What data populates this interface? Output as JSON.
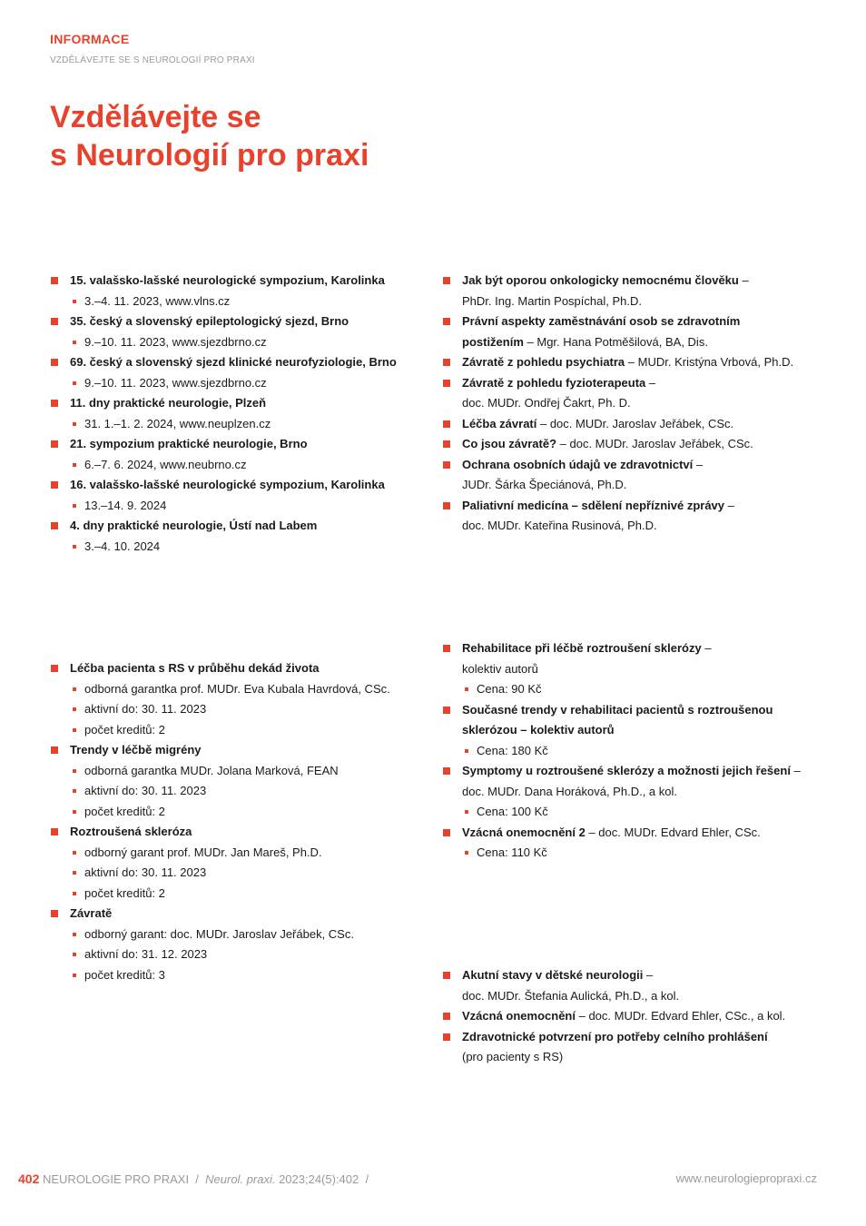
{
  "header": {
    "section": "INFORMACE",
    "subsection": "VZDĚLÁVEJTE SE S NEUROLOGIÍ PRO PRAXI",
    "title_line1": "Vzdělávejte se",
    "title_line2": "s Neurologií pro praxi"
  },
  "events": [
    {
      "title": "15. valašsko-lašské neurologické sympozium, Karolinka",
      "detail": "3.–4. 11. 2023, www.vlns.cz"
    },
    {
      "title": "35. český a slovenský epileptologický sjezd, Brno",
      "detail": "9.–10. 11. 2023, www.sjezdbrno.cz"
    },
    {
      "title": "69. český a slovenský sjezd klinické neurofyziologie, Brno",
      "detail": "9.–10. 11. 2023, www.sjezdbrno.cz"
    },
    {
      "title": "11. dny praktické neurologie, Plzeň",
      "detail": "31. 1.–1. 2. 2024, www.neuplzen.cz"
    },
    {
      "title": "21. sympozium praktické neurologie, Brno",
      "detail": "6.–7. 6. 2024, www.neubrno.cz"
    },
    {
      "title": "16. valašsko-lašské neurologické sympozium, Karolinka",
      "detail": "13.–14. 9. 2024"
    },
    {
      "title": "4. dny praktické neurologie, Ústí nad Labem",
      "detail": "3.–4. 10. 2024"
    }
  ],
  "lectures": [
    {
      "title": "Jak být oporou onkologicky nemocnému člověku",
      "dash": " –",
      "author": "PhDr. Ing. Martin Pospíchal, Ph.D."
    },
    {
      "title_a": "Právní aspekty zaměstnávání osob se zdravotním",
      "title_b": "postižením",
      "author": " – Mgr. Hana Potměšilová, BA, Dis."
    },
    {
      "title": "Závratě z pohledu psychiatra",
      "author": " – MUDr. Kristýna Vrbová, Ph.D."
    },
    {
      "title": "Závratě z pohledu fyzioterapeuta",
      "dash": " –",
      "author": "doc. MUDr. Ondřej Čakrt, Ph. D."
    },
    {
      "title": "Léčba závratí",
      "author": " – doc. MUDr. Jaroslav Jeřábek, CSc."
    },
    {
      "title": "Co jsou závratě?",
      "author": " – doc. MUDr. Jaroslav Jeřábek, CSc."
    },
    {
      "title": "Ochrana osobních údajů ve zdravotnictví",
      "dash": " –",
      "author": "JUDr. Šárka Špeciánová, Ph.D."
    },
    {
      "title": "Paliativní medicína – sdělení nepříznivé zprávy",
      "dash": " –",
      "author": "doc. MUDr. Kateřina Rusinová, Ph.D."
    }
  ],
  "courses": [
    {
      "title": "Léčba pacienta s RS v průběhu dekád života",
      "details": [
        "odborná garantka prof. MUDr. Eva Kubala Havrdová, CSc.",
        "aktivní do: 30. 11. 2023",
        "počet kreditů: 2"
      ]
    },
    {
      "title": "Trendy v léčbě migrény",
      "details": [
        "odborná garantka MUDr. Jolana Marková, FEAN",
        "aktivní do: 30. 11. 2023",
        "počet kreditů: 2"
      ]
    },
    {
      "title": "Roztroušená skleróza",
      "details": [
        "odborný garant prof. MUDr. Jan Mareš, Ph.D.",
        "aktivní do: 30. 11. 2023",
        "počet kreditů: 2"
      ]
    },
    {
      "title": "Závratě",
      "details": [
        "odborný garant: doc. MUDr. Jaroslav Jeřábek, CSc.",
        "aktivní do: 31. 12. 2023",
        "počet kreditů: 3"
      ]
    }
  ],
  "books": [
    {
      "title": "Rehabilitace při léčbě roztroušení sklerózy",
      "dash": " –",
      "author": "kolektiv autorů",
      "price": "Cena: 90 Kč"
    },
    {
      "title_a": "Současné trendy v rehabilitaci pacientů s roztroušenou",
      "title_b": "sklerózou – kolektiv autorů",
      "price": "Cena: 180 Kč"
    },
    {
      "title": "Symptomy u roztroušené sklerózy a možnosti jejich řešení",
      "dash": " –",
      "author": "doc. MUDr. Dana Horáková, Ph.D., a kol.",
      "price": "Cena: 100 Kč"
    },
    {
      "title": "Vzácná onemocnění 2",
      "author": " – doc. MUDr. Edvard Ehler, CSc.",
      "price": "Cena: 110 Kč"
    }
  ],
  "ebooks": [
    {
      "title": "Akutní stavy v dětské neurologii",
      "dash": " –",
      "author": "doc. MUDr. Štefania Aulická, Ph.D., a kol."
    },
    {
      "title": "Vzácná onemocnění",
      "author": " – doc. MUDr. Edvard Ehler, CSc., a kol."
    },
    {
      "title": "Zdravotnické potvrzení pro potřeby celního prohlášení",
      "note": "(pro pacienty s RS)"
    }
  ],
  "footer": {
    "page_number": "402",
    "journal": "NEUROLOGIE PRO PRAXI",
    "sep1": "  /  ",
    "citation_italic": "Neurol. praxi.",
    "citation": " 2023;24(5):402",
    "sep2": "  /",
    "url": "www.neurologiepropraxi.cz"
  },
  "colors": {
    "accent": "#e8412c",
    "text": "#1a1a1a",
    "muted": "#9a9a9a"
  }
}
